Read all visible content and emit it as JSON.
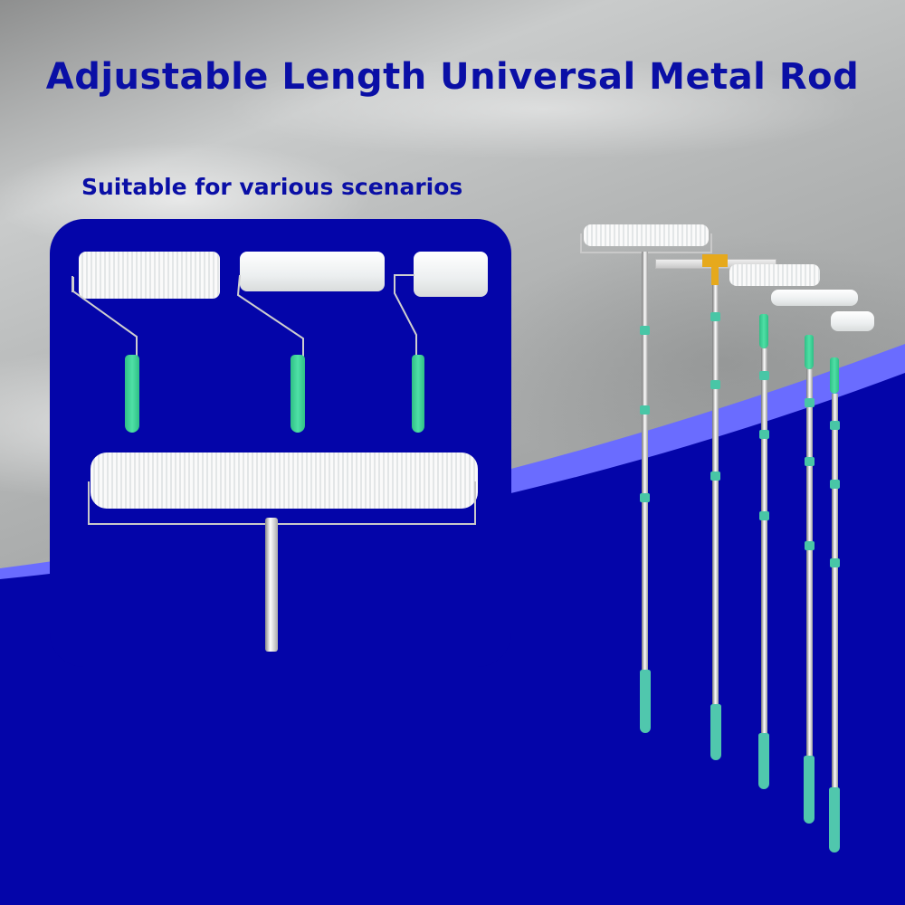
{
  "header": {
    "title": "Adjustable Length Universal Metal Rod",
    "subtitle": "Suitable for various scenarios"
  },
  "colors": {
    "title_text": "#0a0fa6",
    "panel_bg": "#0405a9",
    "wave_dark": "#0405a9",
    "wave_light": "#6a6cff",
    "grip_green": "#3dd49a",
    "pole_grip_teal": "#50c7ad"
  },
  "panel": {
    "items": [
      {
        "name": "spiked-roller-small"
      },
      {
        "name": "foam-roller-medium"
      },
      {
        "name": "foam-roller-mini"
      },
      {
        "name": "spiked-roller-wide"
      }
    ]
  },
  "rods": {
    "items": [
      {
        "name": "wide-spiked-roller-rod"
      },
      {
        "name": "squeegee-rod"
      },
      {
        "name": "spiked-roller-rod"
      },
      {
        "name": "foam-roller-rod"
      },
      {
        "name": "mini-roller-rod"
      }
    ]
  }
}
